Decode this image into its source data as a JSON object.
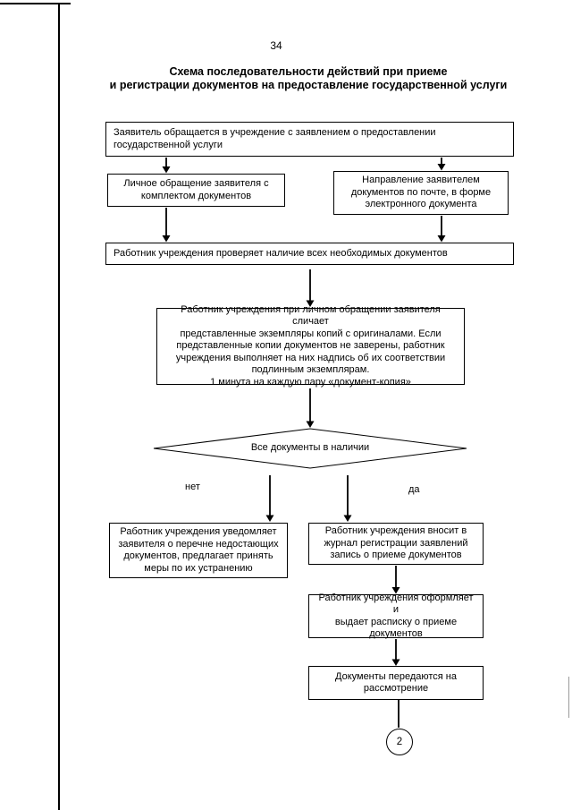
{
  "page": {
    "number": "34",
    "title": "Схема последовательности действий при приеме\nи регистрации документов на предоставление государственной услуги"
  },
  "flowchart": {
    "start": "Заявитель обращается в учреждение с заявлением о предоставлении\nгосударственной услуги",
    "personal_visit": "Личное обращение заявителя с\nкомплектом документов",
    "mail_submission": "Направление заявителем\nдокументов по почте, в форме\nэлектронного документа",
    "check_documents": "Работник учреждения проверяет наличие всех необходимых документов",
    "compare_copies": "Работник учреждения при личном обращении заявителя сличает\nпредставленные экземпляры копий с оригиналами. Если\nпредставленные копии документов не заверены, работник\nучреждения выполняет на них надпись об их соответствии\nподлинным экземплярам.",
    "compare_note": "1 минута на каждую пару «документ-копия»",
    "decision": "Все документы в наличии",
    "branch_no": "нет",
    "branch_yes": "да",
    "notify_missing": "Работник учреждения уведомляет\nзаявителя о перечне недостающих\nдокументов, предлагает принять\nмеры по их устранению",
    "register_journal": "Работник учреждения вносит в\nжурнал регистрации заявлений\nзапись о приеме документов",
    "issue_receipt": "Работник учреждения оформляет и\nвыдает расписку о приеме\nдокументов",
    "transfer_review": "Документы передаются на\nрассмотрение",
    "connector_label": "2"
  }
}
